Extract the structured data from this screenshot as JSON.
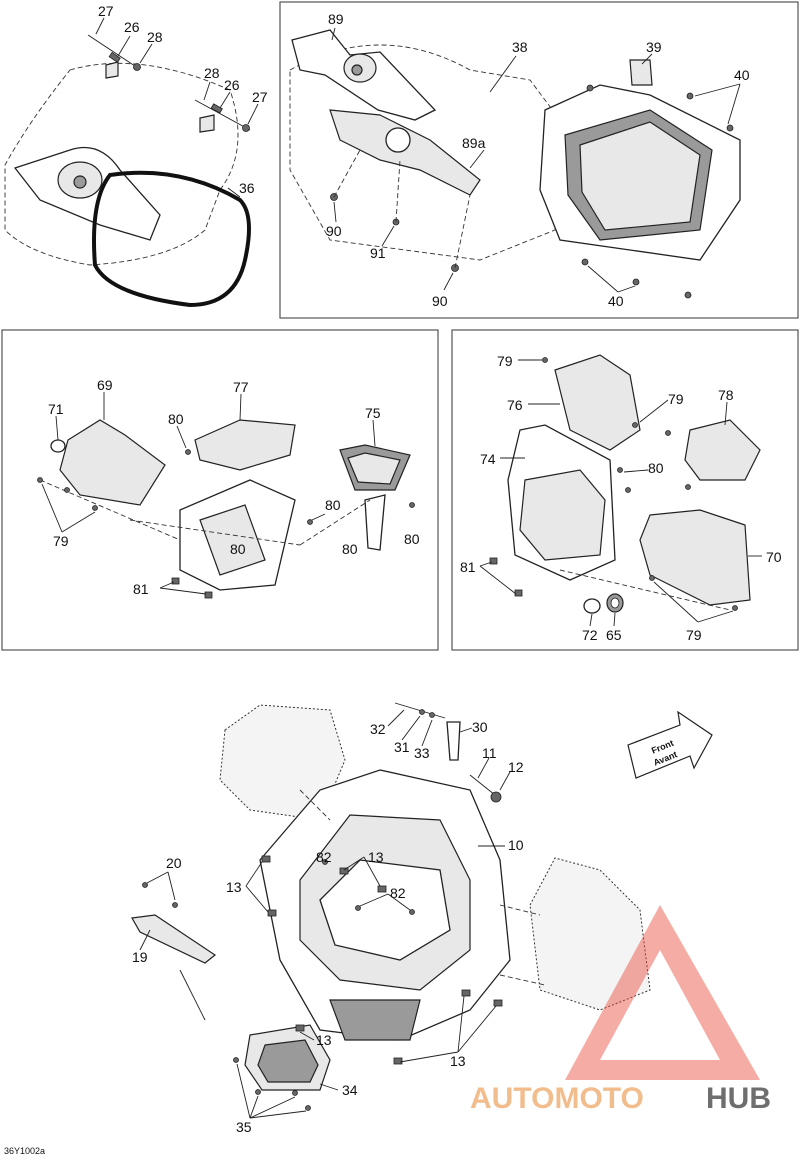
{
  "diagram_code": "36Y1002a",
  "front_arrow": {
    "line1": "Front",
    "line2": "Avant"
  },
  "watermark": {
    "part1": "AUTOMOTO",
    "part2": "HUB",
    "color1": "#f0b27a",
    "color2": "#555555",
    "triangle_color": "#e74c3c"
  },
  "callouts": {
    "p1": {
      "c27a": "27",
      "c26a": "26",
      "c28a": "28",
      "c28b": "28",
      "c26b": "26",
      "c27b": "27",
      "c36": "36"
    },
    "p2": {
      "c89": "89",
      "c38": "38",
      "c39": "39",
      "c40a": "40",
      "c89a": "89a",
      "c90a": "90",
      "c91": "91",
      "c90b": "90",
      "c40b": "40"
    },
    "p3": {
      "c69": "69",
      "c77": "77",
      "c71": "71",
      "c80a": "80",
      "c75": "75",
      "c79": "79",
      "c80b": "80",
      "c80c": "80",
      "c80d": "80",
      "c81": "81",
      "c80e": "80"
    },
    "p4": {
      "c79a": "79",
      "c76": "76",
      "c79b": "79",
      "c78": "78",
      "c74": "74",
      "c80": "80",
      "c70": "70",
      "c81": "81",
      "c72": "72",
      "c65": "65",
      "c79c": "79"
    },
    "p5": {
      "c32": "32",
      "c30": "30",
      "c31": "31",
      "c33": "33",
      "c11": "11",
      "c12": "12",
      "c10": "10",
      "c20": "20",
      "c82a": "82",
      "c13a": "13",
      "c13b": "13",
      "c82b": "82",
      "c19": "19",
      "c13c": "13",
      "c13d": "13",
      "c34": "34",
      "c35": "35"
    }
  }
}
